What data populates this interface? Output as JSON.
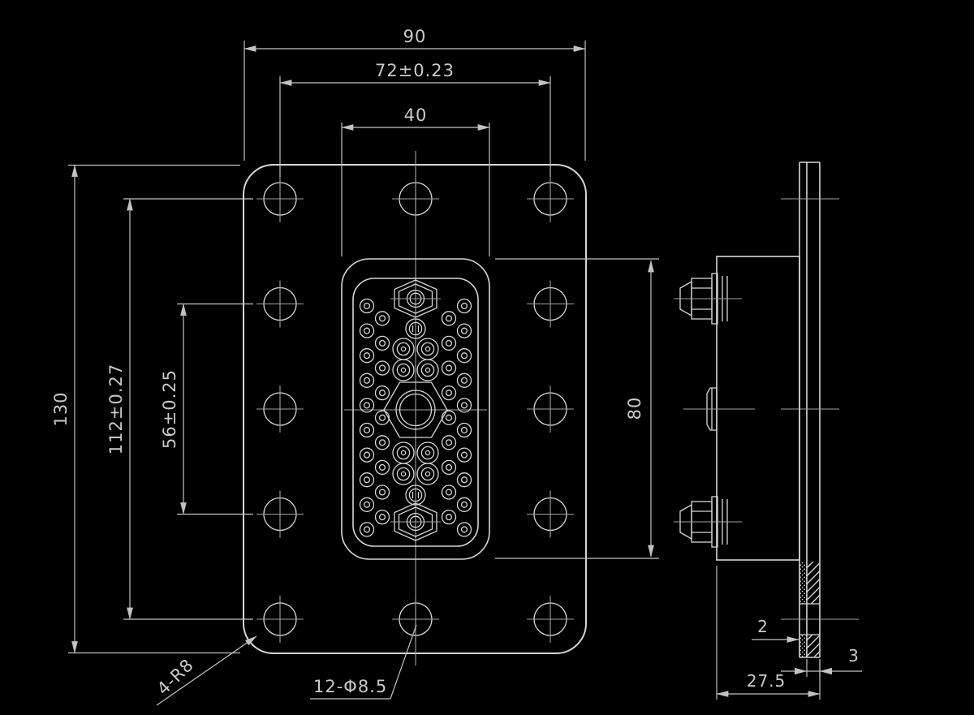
{
  "colors": {
    "background": "#000000",
    "line": "#d6d6d6",
    "centerline": "#a0a0a0",
    "dim_line": "#c2c2c2",
    "text": "#c9c9c9"
  },
  "front_view": {
    "dimensions": {
      "overall_width": "90",
      "hole_columns_span": "72±0.23",
      "connector_width": "40",
      "overall_height": "130",
      "hole_rows_span": "112±0.27",
      "hole_rows_inner_span": "56±0.25",
      "connector_height": "80"
    },
    "callouts": {
      "mounting_holes": "12-Φ8.5",
      "corner_radius": "4-R8"
    }
  },
  "side_view": {
    "dimensions": {
      "total_depth": "27.5",
      "gasket_thickness": "2",
      "panel_thickness": "3"
    }
  }
}
